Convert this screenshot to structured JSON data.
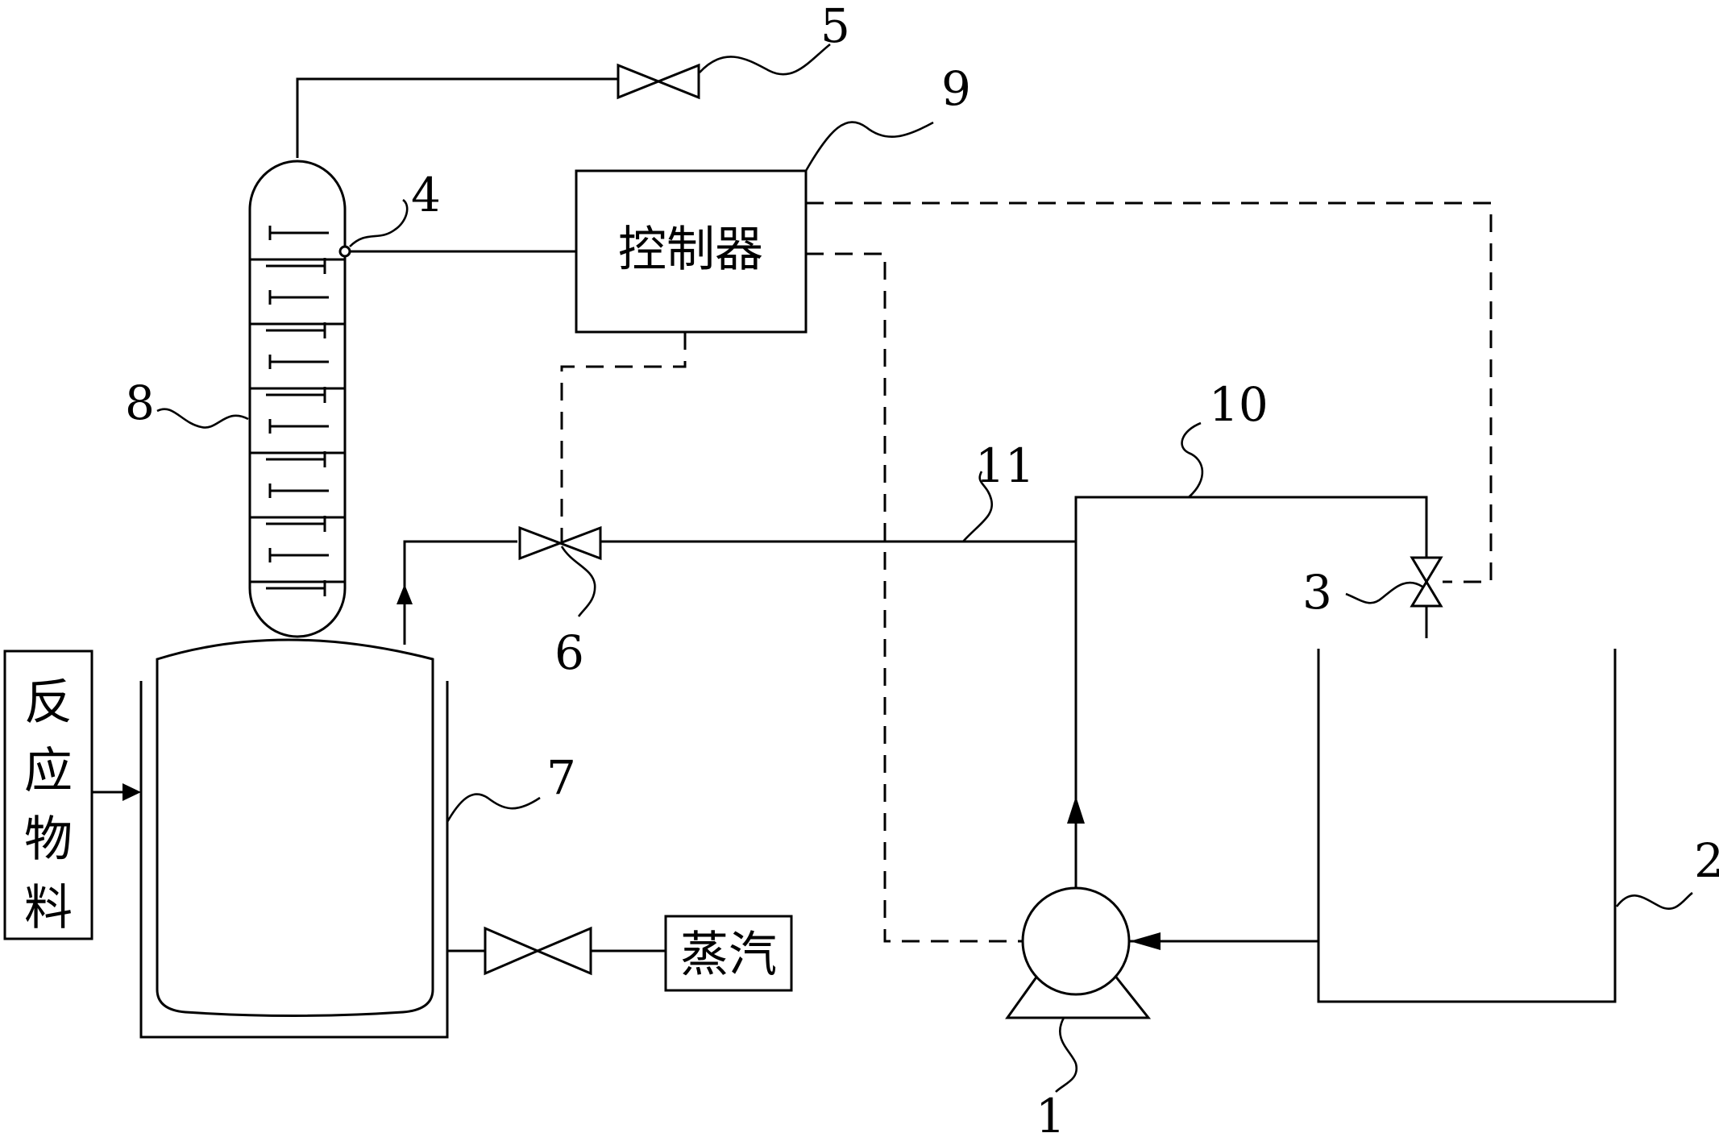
{
  "boxes": {
    "controller": "控制器",
    "steam": "蒸汽",
    "reaction_materials": [
      "反",
      "应",
      "物",
      "料"
    ]
  },
  "labels": {
    "n1": "1",
    "n2": "2",
    "n3": "3",
    "n4": "4",
    "n5": "5",
    "n6": "6",
    "n7": "7",
    "n8": "8",
    "n9": "9",
    "n10": "10",
    "n11": "11"
  },
  "style": {
    "line_color": "#000000",
    "background": "#ffffff"
  }
}
